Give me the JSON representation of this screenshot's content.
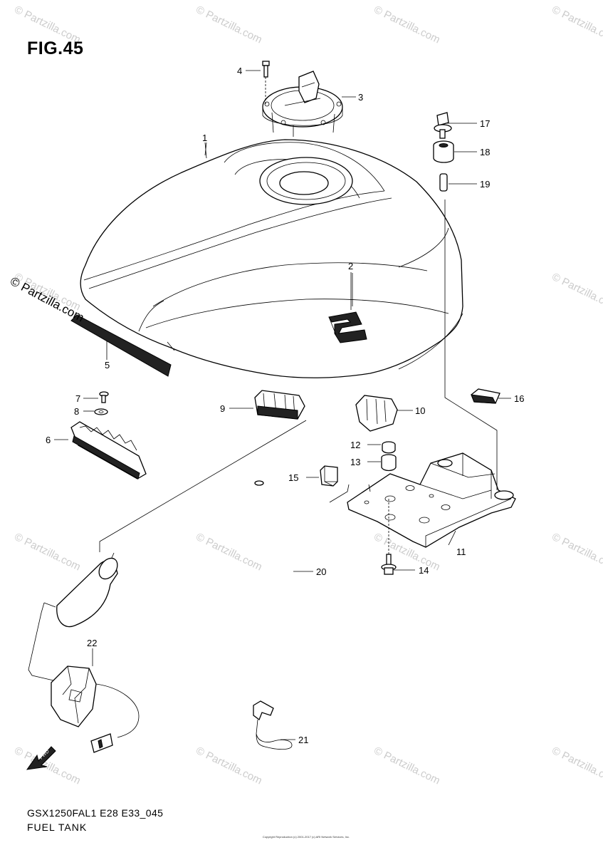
{
  "figure": {
    "title": "FIG.45",
    "model_code": "GSX1250FAL1 E28 E33_045",
    "name": "FUEL TANK",
    "copyright": "Copyright\nReproduction (c) 2001-2017 (c) ARI Network Services, Inc."
  },
  "watermark": {
    "text": "© Partzilla.com",
    "diagonal_text": "© Partzilla.com"
  },
  "callouts": [
    {
      "number": "1",
      "part": "fuel-tank"
    },
    {
      "number": "2",
      "part": "emblem"
    },
    {
      "number": "3",
      "part": "fuel-cap"
    },
    {
      "number": "4",
      "part": "cap-bolt"
    },
    {
      "number": "5",
      "part": "tank-seal"
    },
    {
      "number": "6",
      "part": "rear-cushion"
    },
    {
      "number": "7",
      "part": "screw"
    },
    {
      "number": "8",
      "part": "washer"
    },
    {
      "number": "9",
      "part": "front-cushion"
    },
    {
      "number": "10",
      "part": "cushion"
    },
    {
      "number": "11",
      "part": "mounting-bracket"
    },
    {
      "number": "12",
      "part": "collar"
    },
    {
      "number": "13",
      "part": "bushing"
    },
    {
      "number": "14",
      "part": "bolt"
    },
    {
      "number": "15",
      "part": "cushion-block"
    },
    {
      "number": "16",
      "part": "pad"
    },
    {
      "number": "17",
      "part": "bolt"
    },
    {
      "number": "18",
      "part": "bushing"
    },
    {
      "number": "19",
      "part": "collar"
    },
    {
      "number": "20",
      "part": "hose"
    },
    {
      "number": "21",
      "part": "clamp"
    },
    {
      "number": "22",
      "part": "fuel-pump"
    }
  ],
  "fwd_label": "FWD",
  "colors": {
    "line": "#000000",
    "watermark": "#cccccc",
    "background": "#ffffff"
  }
}
